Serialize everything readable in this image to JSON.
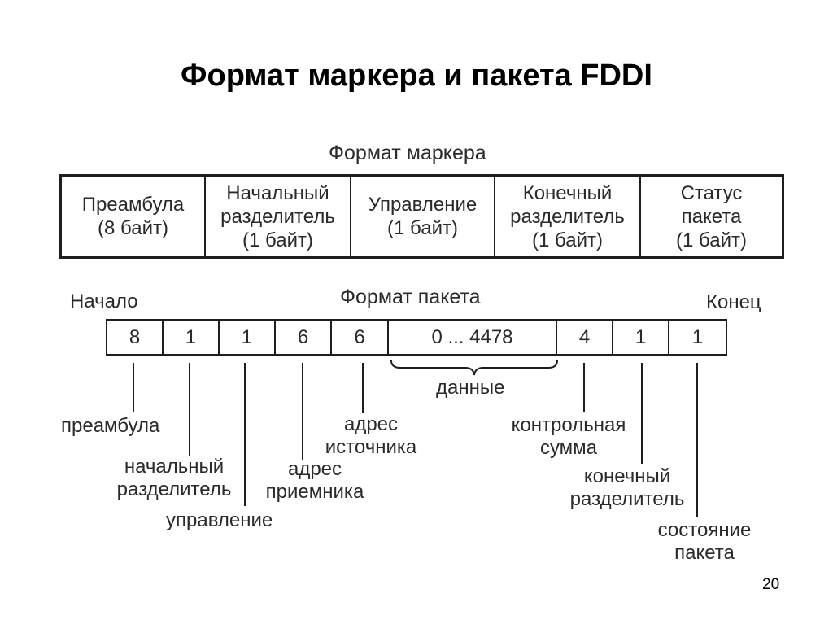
{
  "title": "Формат маркера и пакета FDDI",
  "token_format": {
    "heading": "Формат маркера",
    "fields": [
      {
        "lines": [
          "Преамбула",
          "(8 байт)"
        ]
      },
      {
        "lines": [
          "Начальный",
          "разделитель",
          "(1 байт)"
        ]
      },
      {
        "lines": [
          "Управление",
          "(1 байт)"
        ]
      },
      {
        "lines": [
          "Конечный",
          "разделитель",
          "(1 байт)"
        ]
      },
      {
        "lines": [
          "Статус",
          "пакета",
          "(1 байт)"
        ]
      }
    ]
  },
  "packet_format": {
    "heading": "Формат пакета",
    "start_label": "Начало",
    "end_label": "Конец",
    "sizes": [
      "8",
      "1",
      "1",
      "6",
      "6",
      "0 ... 4478",
      "4",
      "1",
      "1"
    ],
    "data_label": "данные",
    "field_labels": [
      {
        "lines": [
          "преамбула"
        ]
      },
      {
        "lines": [
          "начальный",
          "разделитель"
        ]
      },
      {
        "lines": [
          "управление"
        ]
      },
      {
        "lines": [
          "адрес",
          "приемника"
        ]
      },
      {
        "lines": [
          "адрес",
          "источника"
        ]
      },
      {
        "lines": [
          "контрольная",
          "сумма"
        ]
      },
      {
        "lines": [
          "конечный",
          "разделитель"
        ]
      },
      {
        "lines": [
          "состояние",
          "пакета"
        ]
      }
    ]
  },
  "page_number": "20"
}
